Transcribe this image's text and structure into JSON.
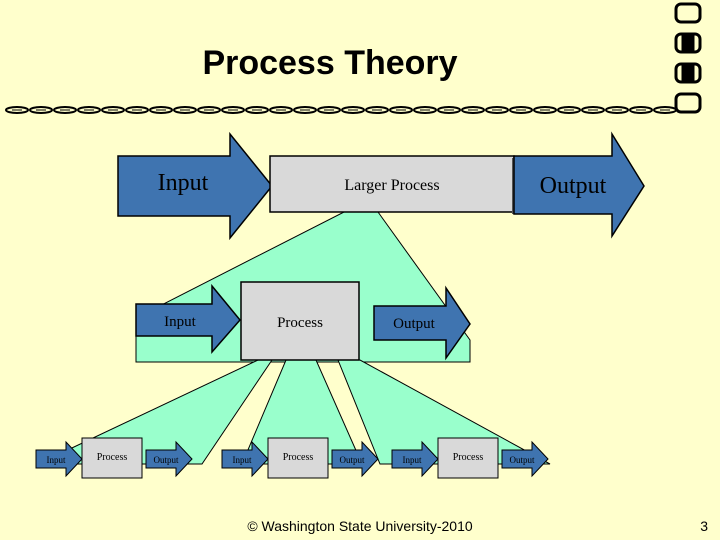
{
  "title": "Process Theory",
  "footer": "© Washington State University-2010",
  "page_number": "3",
  "colors": {
    "background": "#ffffcc",
    "arrow": "#3f74b0",
    "box": "#d9d9d9",
    "fan": "#99ffcc"
  },
  "level1": {
    "input": "Input",
    "process": "Larger Process",
    "output": "Output"
  },
  "level2": {
    "input": "Input",
    "process": "Process",
    "output": "Output"
  },
  "level3": [
    {
      "input": "Input",
      "process": "Process",
      "output": "Output"
    },
    {
      "input": "Input",
      "process": "Process",
      "output": "Output"
    },
    {
      "input": "Input",
      "process": "Process",
      "output": "Output"
    }
  ],
  "chain_icon": "chain-link-icon"
}
